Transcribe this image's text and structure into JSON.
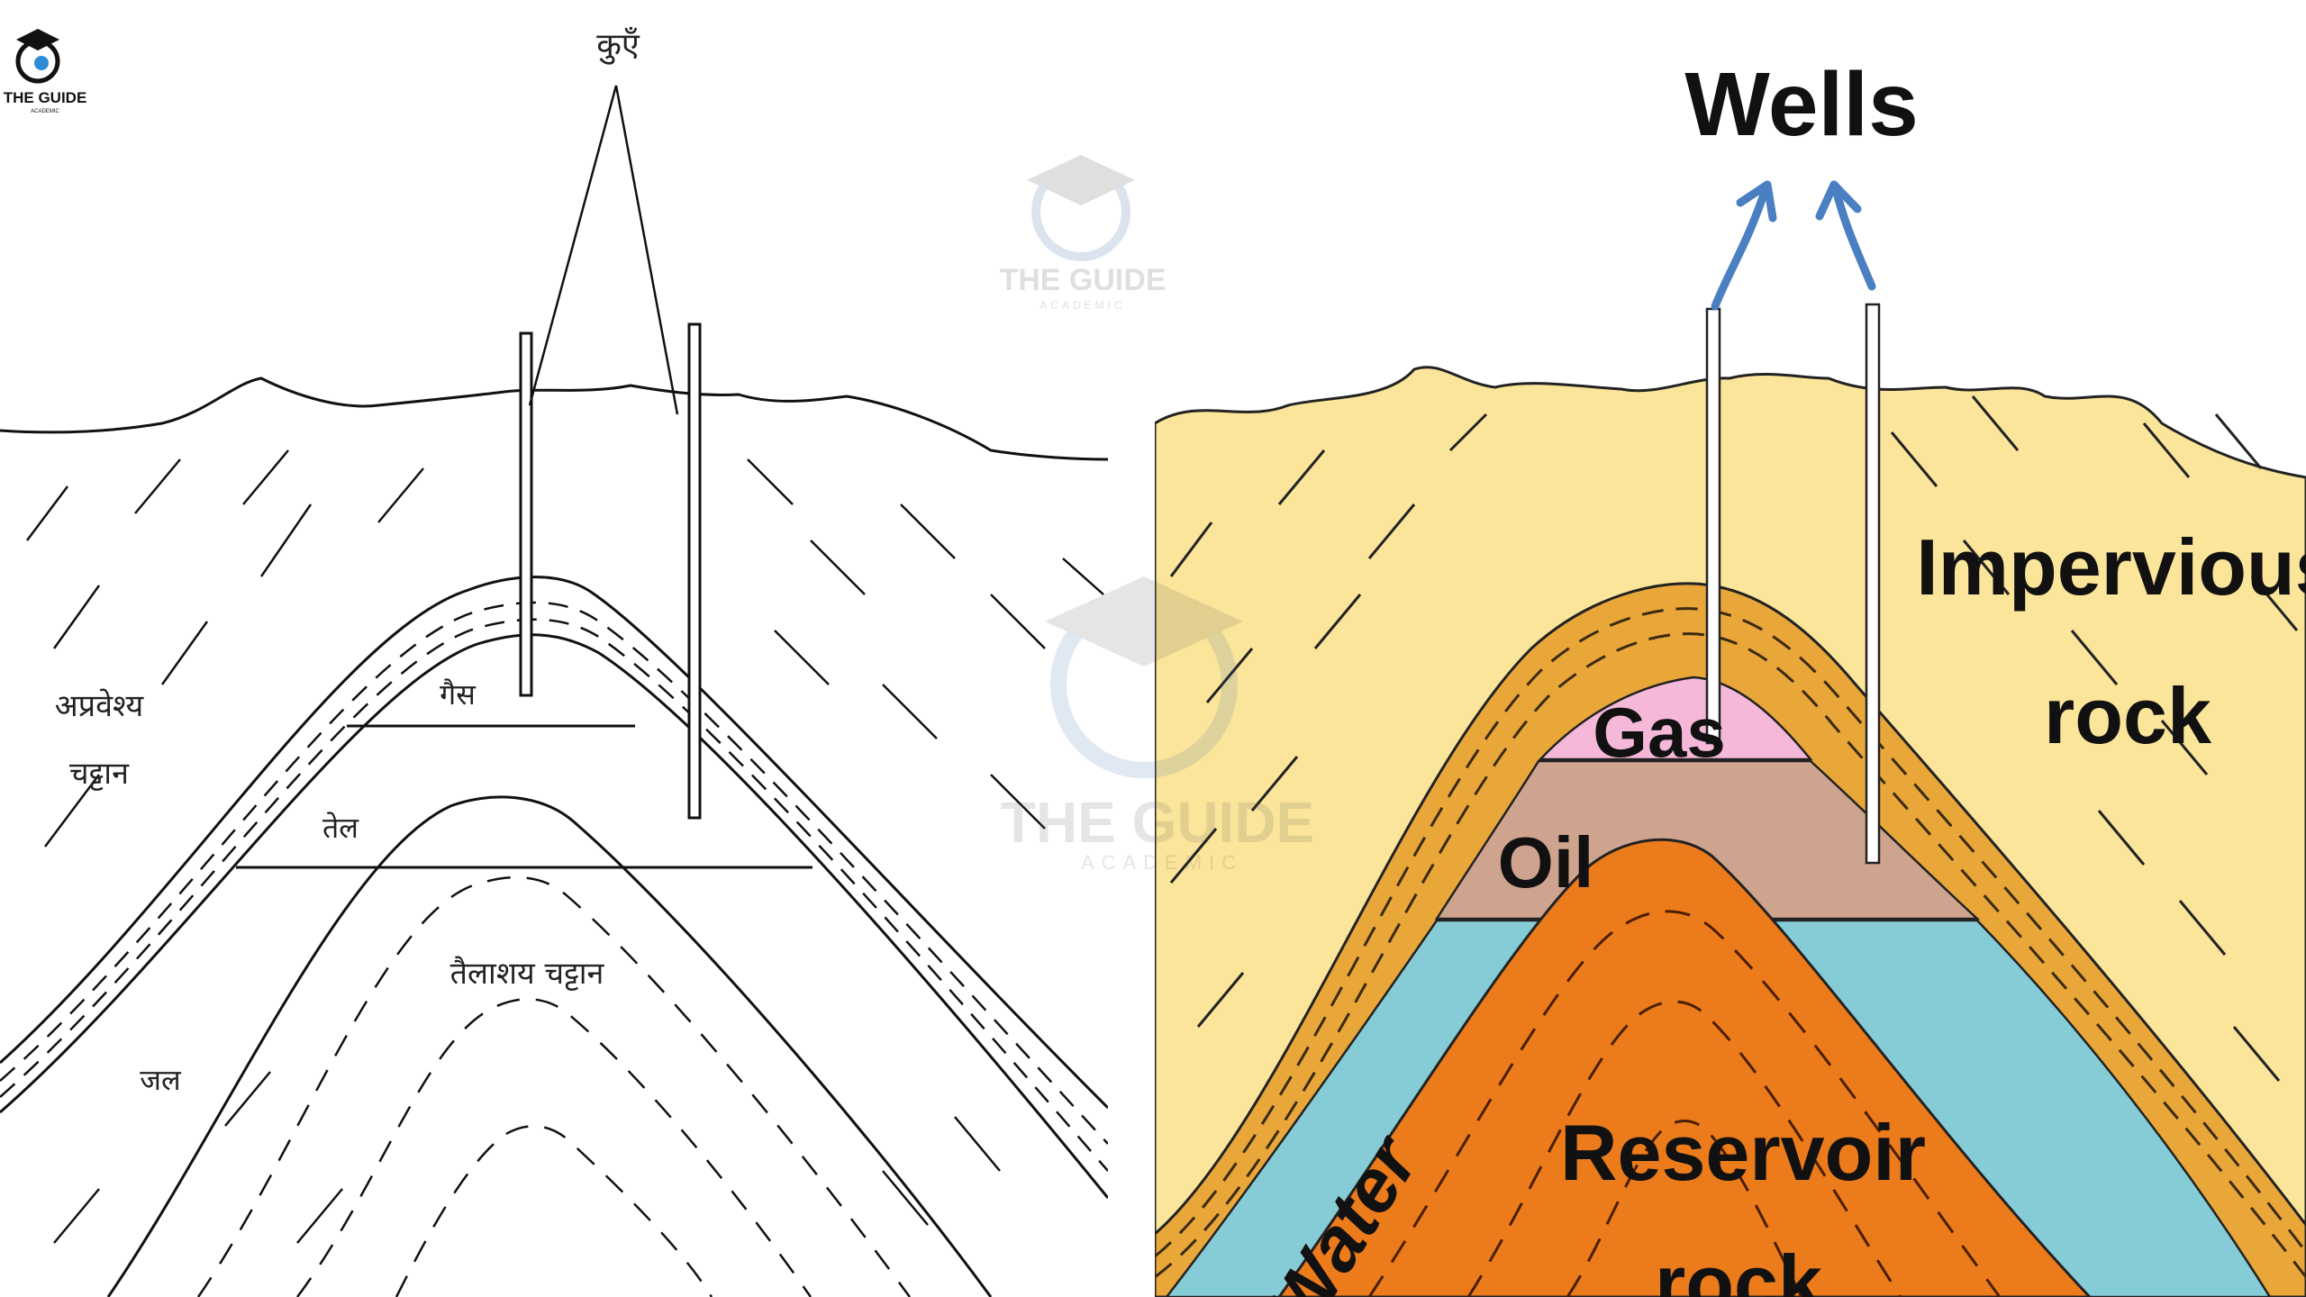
{
  "brand": {
    "name": "THE GUIDE",
    "sub": "ACADEMIC"
  },
  "hindi_diagram": {
    "wells": "कुएँ",
    "impervious_rock_line1": "अप्रवेश्य",
    "impervious_rock_line2": "चट्टान",
    "gas": "गैस",
    "oil": "तेल",
    "reservoir_rock": "तैलाशय चट्टान",
    "water": "जल"
  },
  "english_diagram": {
    "wells": "Wells",
    "impervious_line1": "Impervious",
    "impervious_line2": "rock",
    "gas": "Gas",
    "oil": "Oil",
    "water": "Water",
    "reservoir_line1": "Reservoir",
    "reservoir_line2": "rock"
  },
  "colors": {
    "impervious": "#fbe59a",
    "cap_layer": "#e9a73a",
    "gas": "#f6b8d8",
    "oil": "#cfa48e",
    "water": "#86ccd6",
    "reservoir": "#ec7b1c",
    "arrow": "#4a7fc1"
  }
}
